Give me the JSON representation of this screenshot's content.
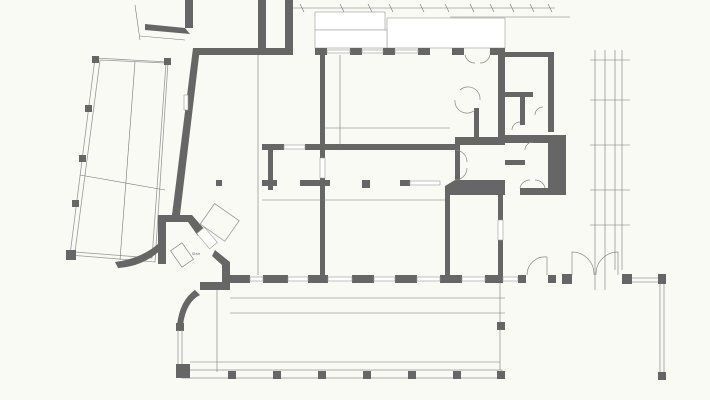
{
  "drawing": {
    "type": "architectural floor plan",
    "background_color": "#fafaf4",
    "wall_color": "#666666",
    "line_color": "#999999",
    "annotations": [
      {
        "id": "stair-note",
        "text": "Stair\n~1.3m",
        "legible": false
      }
    ]
  }
}
